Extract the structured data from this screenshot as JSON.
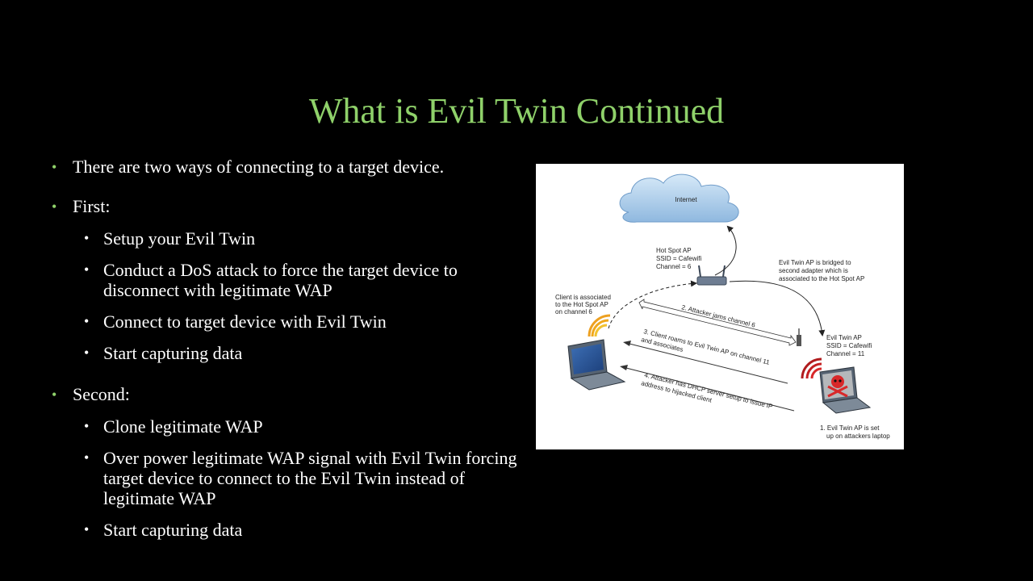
{
  "slide": {
    "title": "What is Evil Twin Continued",
    "bullets": [
      {
        "text": "There are two ways of connecting to a target device.",
        "subs": []
      },
      {
        "text": "First:",
        "subs": [
          "Setup your Evil Twin",
          "Conduct a DoS attack to force the target device to disconnect with legitimate  WAP",
          "Connect to target device with Evil Twin",
          "Start capturing data"
        ]
      },
      {
        "text": "Second:",
        "subs": [
          "Clone legitimate  WAP",
          "Over power legitimate  WAP signal  with Evil Twin forcing target device to connect to the Evil Twin instead of legitimate  WAP",
          "Start capturing data"
        ]
      }
    ]
  },
  "diagram": {
    "internet": "Internet",
    "hotspot": [
      "Hot Spot AP",
      "SSID = Cafewifi",
      "Channel = 6"
    ],
    "bridge": [
      "Evil Twin AP is bridged to",
      "second adapter which is",
      "associated to the Hot Spot AP"
    ],
    "client": [
      "Client is associated",
      "to the Hot Spot AP",
      "on channel 6"
    ],
    "step2": "2. Attacker jams channel 6",
    "step3": [
      "3. Client roams to Evil Twin AP on channel 11",
      "and associates"
    ],
    "eviltwin": [
      "Evil Twin AP",
      "SSID = Cafewifi",
      "Channel = 11"
    ],
    "step4": [
      "4. Attacker has DHCP server setup to issue IP",
      "address to hijacked client"
    ],
    "step1": [
      "1. Evil Twin AP is set",
      "up on attackers laptop"
    ]
  },
  "colors": {
    "background": "#000000",
    "title": "#8fd16a",
    "bullet_dot": "#8fd16a",
    "text": "#ffffff"
  }
}
